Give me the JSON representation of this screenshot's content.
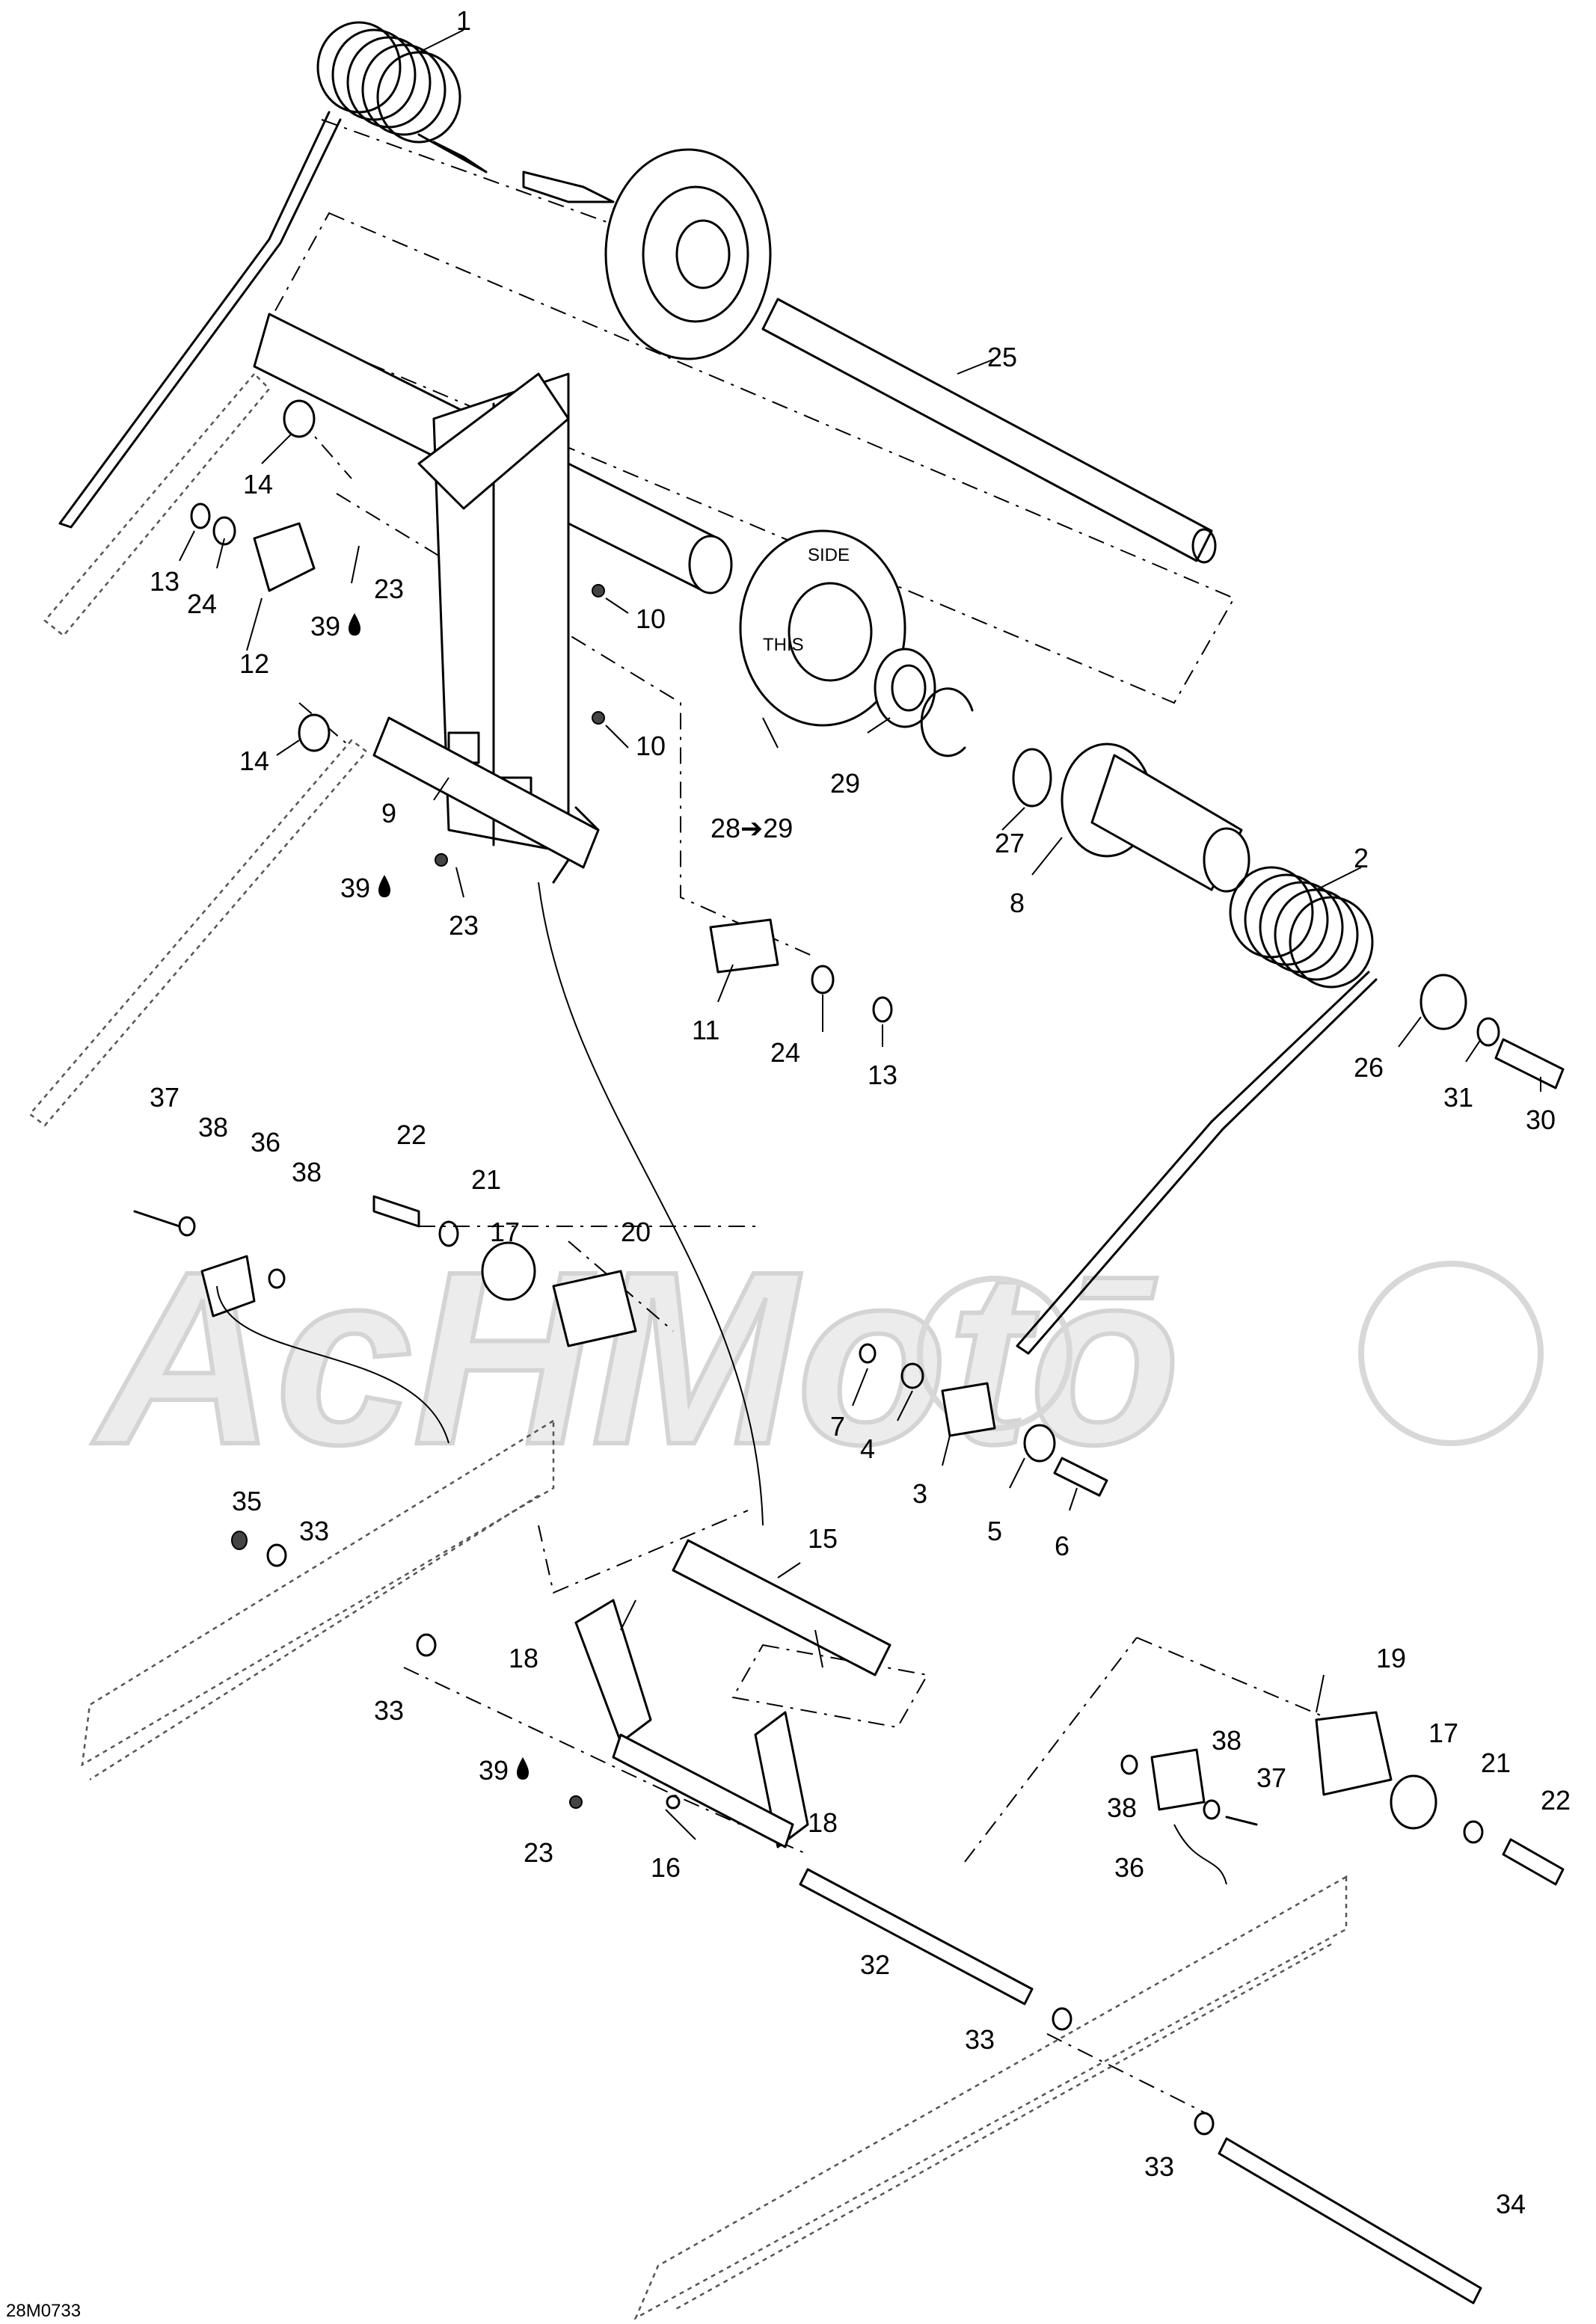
{
  "diagram_code": "28M0733",
  "watermark": "AcHMotō",
  "callouts": [
    {
      "id": "c1",
      "text": "1"
    },
    {
      "id": "c2",
      "text": "2"
    },
    {
      "id": "c3",
      "text": "3"
    },
    {
      "id": "c4",
      "text": "4"
    },
    {
      "id": "c5",
      "text": "5"
    },
    {
      "id": "c6",
      "text": "6"
    },
    {
      "id": "c7",
      "text": "7"
    },
    {
      "id": "c8",
      "text": "8"
    },
    {
      "id": "c9",
      "text": "9"
    },
    {
      "id": "c10a",
      "text": "10"
    },
    {
      "id": "c10b",
      "text": "10"
    },
    {
      "id": "c11",
      "text": "11"
    },
    {
      "id": "c12",
      "text": "12"
    },
    {
      "id": "c13a",
      "text": "13"
    },
    {
      "id": "c13b",
      "text": "13"
    },
    {
      "id": "c14a",
      "text": "14"
    },
    {
      "id": "c14b",
      "text": "14"
    },
    {
      "id": "c15",
      "text": "15"
    },
    {
      "id": "c16",
      "text": "16"
    },
    {
      "id": "c17a",
      "text": "17"
    },
    {
      "id": "c17b",
      "text": "17"
    },
    {
      "id": "c18a",
      "text": "18"
    },
    {
      "id": "c18b",
      "text": "18"
    },
    {
      "id": "c19",
      "text": "19"
    },
    {
      "id": "c20",
      "text": "20"
    },
    {
      "id": "c21a",
      "text": "21"
    },
    {
      "id": "c21b",
      "text": "21"
    },
    {
      "id": "c22a",
      "text": "22"
    },
    {
      "id": "c22b",
      "text": "22"
    },
    {
      "id": "c23a",
      "text": "23"
    },
    {
      "id": "c23b",
      "text": "23"
    },
    {
      "id": "c23c",
      "text": "23"
    },
    {
      "id": "c24a",
      "text": "24"
    },
    {
      "id": "c24b",
      "text": "24"
    },
    {
      "id": "c25",
      "text": "25"
    },
    {
      "id": "c26",
      "text": "26"
    },
    {
      "id": "c27",
      "text": "27"
    },
    {
      "id": "c28",
      "text": "28➔29"
    },
    {
      "id": "c29",
      "text": "29"
    },
    {
      "id": "c30",
      "text": "30"
    },
    {
      "id": "c31",
      "text": "31"
    },
    {
      "id": "c32",
      "text": "32"
    },
    {
      "id": "c33a",
      "text": "33"
    },
    {
      "id": "c33b",
      "text": "33"
    },
    {
      "id": "c33c",
      "text": "33"
    },
    {
      "id": "c33d",
      "text": "33"
    },
    {
      "id": "c34",
      "text": "34"
    },
    {
      "id": "c35",
      "text": "35"
    },
    {
      "id": "c36a",
      "text": "36"
    },
    {
      "id": "c36b",
      "text": "36"
    },
    {
      "id": "c37a",
      "text": "37"
    },
    {
      "id": "c37b",
      "text": "37"
    },
    {
      "id": "c38a",
      "text": "38"
    },
    {
      "id": "c38b",
      "text": "38"
    },
    {
      "id": "c38c",
      "text": "38"
    },
    {
      "id": "c38d",
      "text": "38"
    },
    {
      "id": "c39a",
      "text": "39"
    },
    {
      "id": "c39b",
      "text": "39"
    },
    {
      "id": "c39c",
      "text": "39"
    }
  ],
  "wheel_text": {
    "side": "SIDE",
    "this": "THIS"
  }
}
